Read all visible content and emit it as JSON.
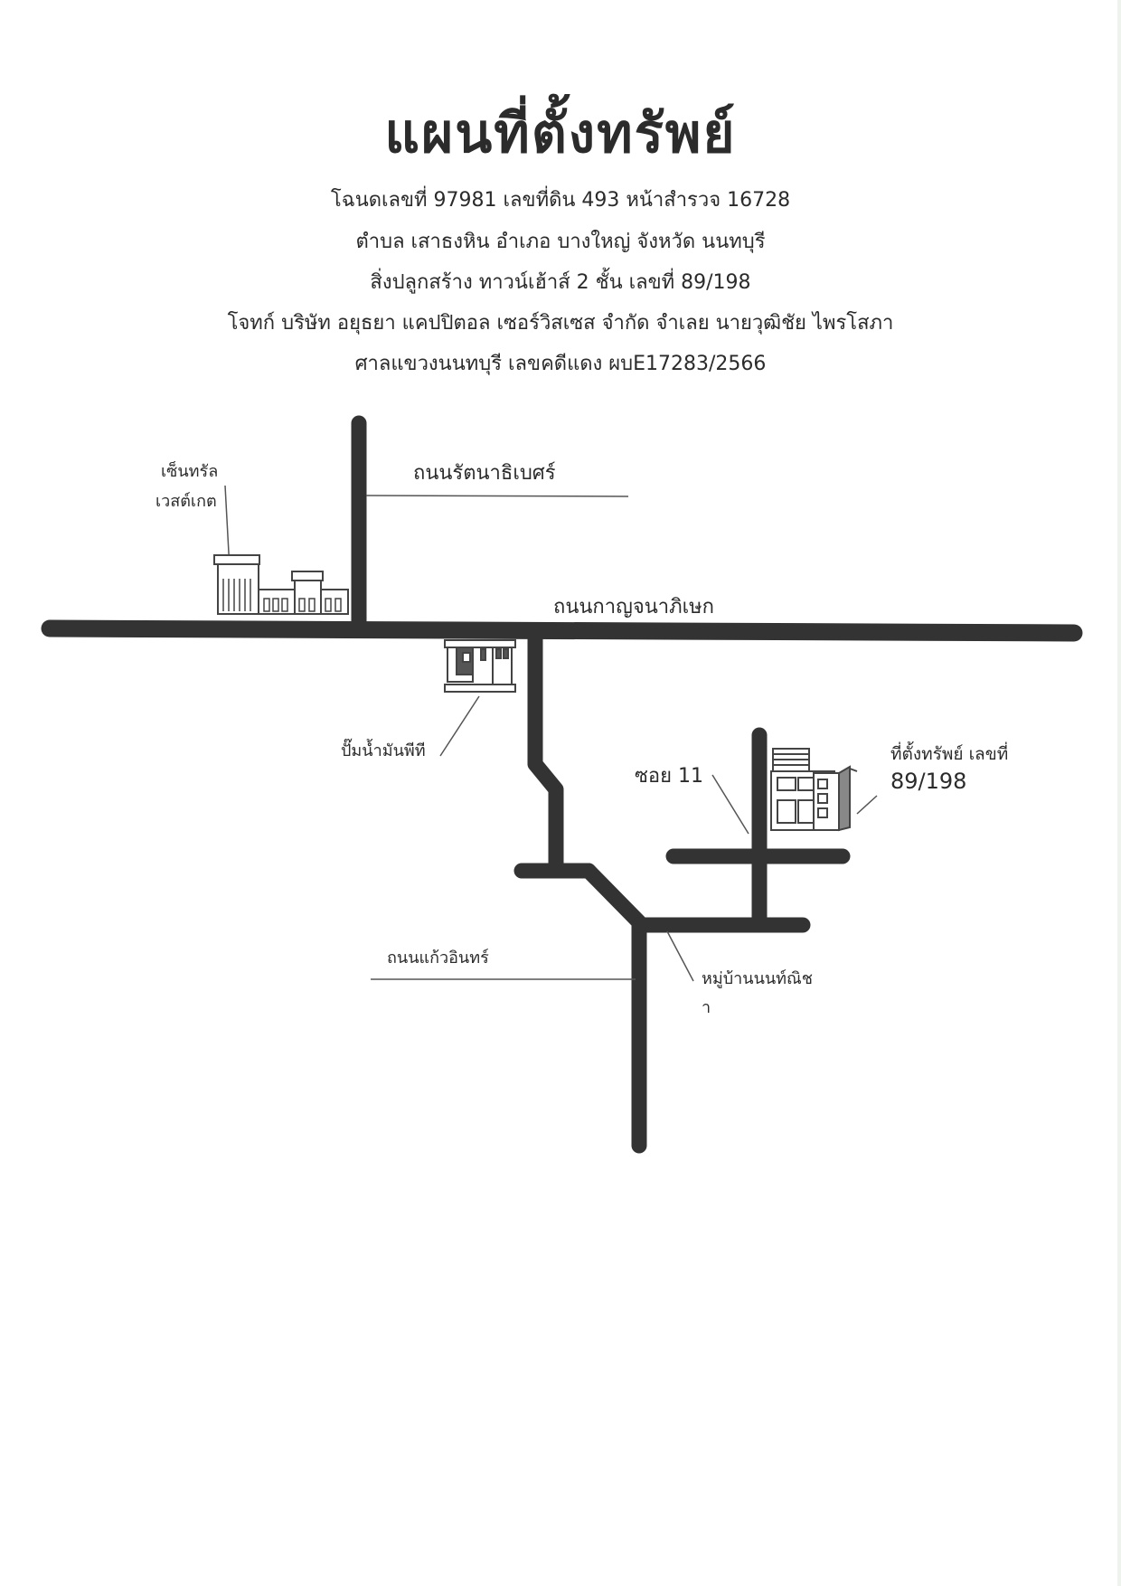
{
  "header": {
    "title": "แผนที่ตั้งทรัพย์",
    "lines": [
      "โฉนดเลขที่ 97981 เลขที่ดิน 493 หน้าสำรวจ 16728",
      "ตำบล เสาธงหิน อำเภอ บางใหญ่ จังหวัด นนทบุรี",
      "สิ่งปลูกสร้าง ทาวน์เฮ้าส์ 2 ชั้น เลขที่ 89/198",
      "โจทก์ บริษัท อยุธยา แคปปิตอล เซอร์วิสเซส จำกัด  จำเลย นายวุฒิชัย ไพรโสภา",
      "ศาลแขวงนนทบุรี  เลขคดีแดง ผบE17283/2566"
    ]
  },
  "map": {
    "roads": {
      "rattanathibet": "ถนนรัตนาธิเบศร์",
      "kanchanaphisek": "ถนนกาญจนาภิเษก",
      "kaeo_in": "ถนนแก้วอินทร์",
      "soi": "ซอย 11"
    },
    "landmarks": {
      "mall_line1": "เซ็นทรัล",
      "mall_line2": "เวสต์เกต",
      "gas_station": "ปั๊มน้ำมันพีที",
      "village_line1": "หมู่บ้านนนท์ณิช",
      "village_line2": "า"
    },
    "property": {
      "label": "ที่ตั้งทรัพย์ เลขที่",
      "number": "89/198"
    },
    "colors": {
      "road": "#333333",
      "leader": "#555555",
      "building": "#444444"
    }
  }
}
